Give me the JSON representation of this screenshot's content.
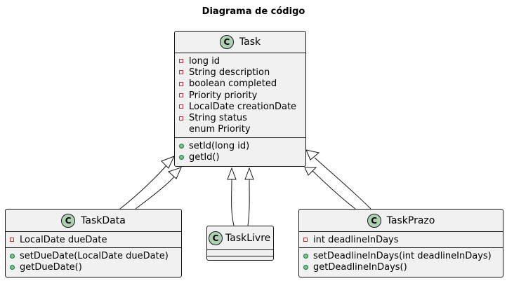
{
  "diagram": {
    "title": "Diagrama de código",
    "classes": {
      "task": {
        "name": "Task",
        "fields": [
          {
            "vis": "private",
            "text": "long id"
          },
          {
            "vis": "private",
            "text": "String description"
          },
          {
            "vis": "private",
            "text": "boolean completed"
          },
          {
            "vis": "private",
            "text": "Priority priority"
          },
          {
            "vis": "private",
            "text": "LocalDate creationDate"
          },
          {
            "vis": "private",
            "text": "String status"
          },
          {
            "vis": "none",
            "text": "enum Priority"
          }
        ],
        "methods": [
          {
            "vis": "public",
            "text": "setId(long id)"
          },
          {
            "vis": "public",
            "text": "getId()"
          }
        ]
      },
      "taskData": {
        "name": "TaskData",
        "fields": [
          {
            "vis": "private",
            "text": "LocalDate dueDate"
          }
        ],
        "methods": [
          {
            "vis": "public",
            "text": "setDueDate(LocalDate dueDate)"
          },
          {
            "vis": "public",
            "text": "getDueDate()"
          }
        ]
      },
      "taskLivre": {
        "name": "TaskLivre",
        "fields": [],
        "methods": []
      },
      "taskPrazo": {
        "name": "TaskPrazo",
        "fields": [
          {
            "vis": "private",
            "text": "int deadlineInDays"
          }
        ],
        "methods": [
          {
            "vis": "public",
            "text": "setDeadlineInDays(int deadlineInDays)"
          },
          {
            "vis": "public",
            "text": "getDeadlineInDays()"
          }
        ]
      }
    },
    "class_badge": "C",
    "colors": {
      "class_fill": "#f1f1f1",
      "badge_fill": "#add1b2",
      "border": "#181818",
      "private_marker": "#c82930",
      "public_marker": "#84be84"
    }
  }
}
